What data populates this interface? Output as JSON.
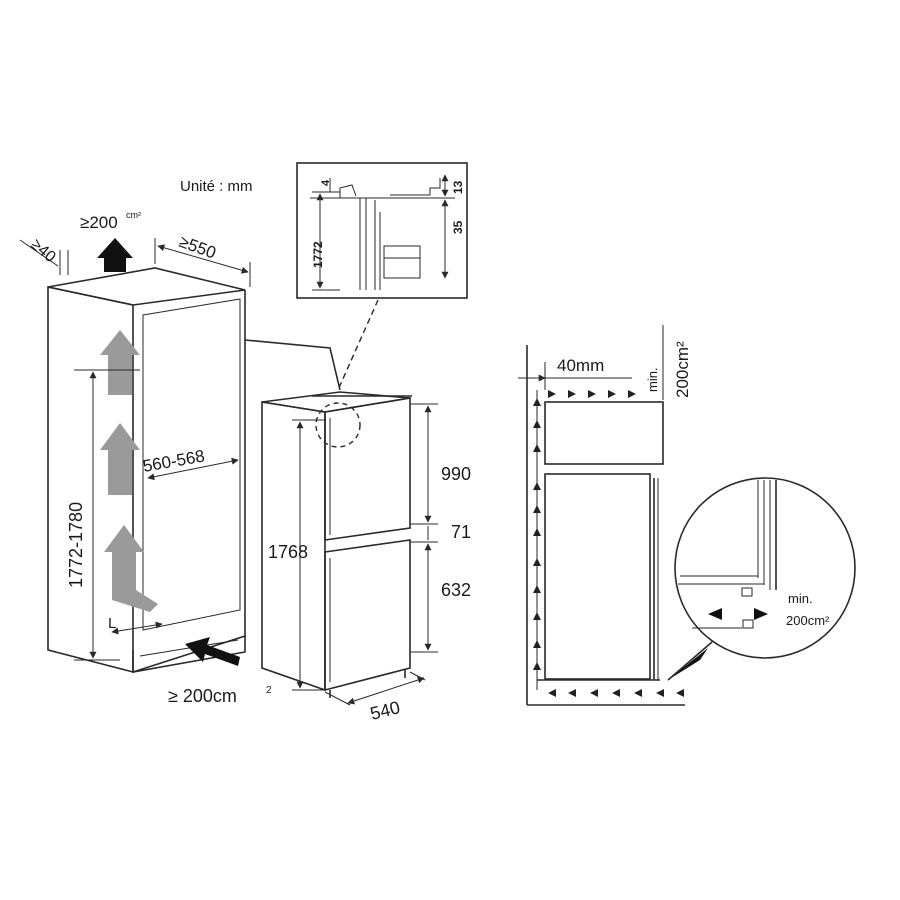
{
  "units_label": "Unité : mm",
  "cabinet": {
    "top_clearance": "≥40",
    "top_vent": "≥200",
    "top_vent_unit": "cm²",
    "depth_min": "≥550",
    "height_range": "1772-1780",
    "width_range": "560-568",
    "plinth_marker": "L",
    "bottom_vent": "≥ 200cm",
    "bottom_vent_exp": "2"
  },
  "detail": {
    "height": "1772",
    "dim_top": "4",
    "dim_right_top": "13",
    "dim_right_mid": "35"
  },
  "appliance": {
    "height_total": "1768",
    "upper_door": "990",
    "gap": "71",
    "lower_door": "632",
    "width": "540"
  },
  "side_view": {
    "gap_label": "40mm",
    "min_label": "min.",
    "vent_top": "200cm²",
    "zoom_min_label": "min.",
    "zoom_vent": "200cm²"
  }
}
